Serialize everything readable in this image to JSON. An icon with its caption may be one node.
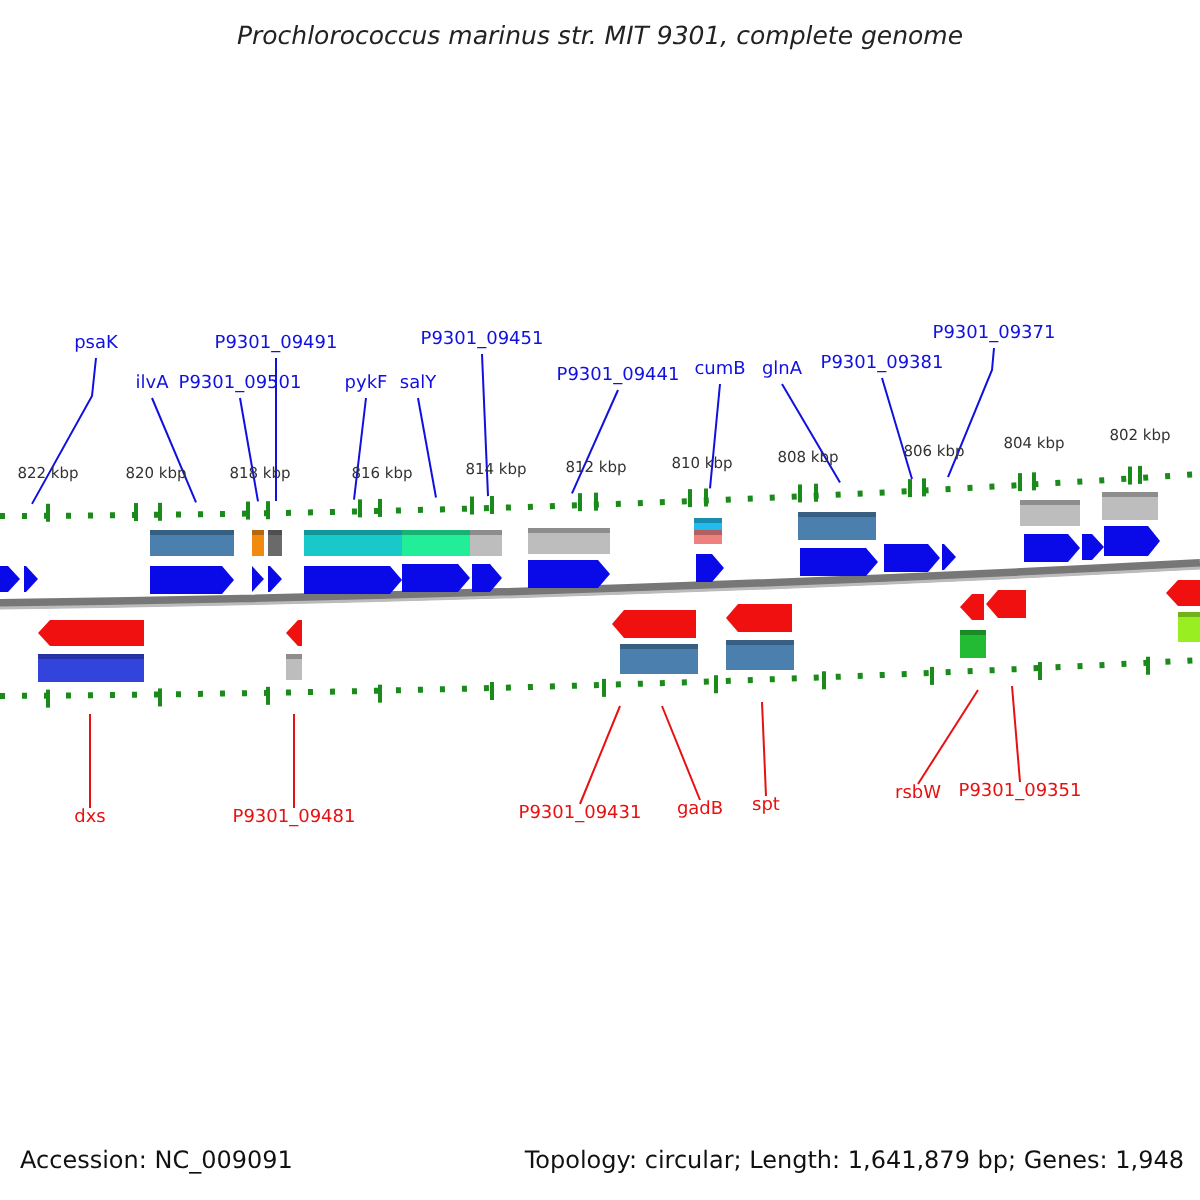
{
  "diagram": {
    "title": "Prochlorococcus marinus str. MIT 9301, complete genome",
    "nodes": [
      {
        "text": [
          "psaK"
        ]
      },
      {
        "text": [
          "ilvA"
        ]
      },
      {
        "text": [
          "P9301_09501"
        ]
      },
      {
        "text": [
          "P9301_09491"
        ]
      },
      {
        "text": [
          "pykF"
        ]
      },
      {
        "text": [
          "salY"
        ]
      },
      {
        "text": [
          "P9301_09451"
        ]
      },
      {
        "text": [
          "P9301_09441"
        ]
      },
      {
        "text": [
          "cumB"
        ]
      },
      {
        "text": [
          "glnA"
        ]
      },
      {
        "text": [
          "P9301_09381"
        ]
      },
      {
        "text": [
          "P9301_09371"
        ]
      },
      {
        "text": [
          "dxs"
        ]
      },
      {
        "text": [
          "P9301_09481"
        ]
      },
      {
        "text": [
          "P9301_09431"
        ]
      },
      {
        "text": [
          "gadB"
        ]
      },
      {
        "text": [
          "spt"
        ]
      },
      {
        "text": [
          "rsbW"
        ]
      },
      {
        "text": [
          "P9301_09351"
        ]
      }
    ],
    "edges": [
      {
        "from": 0,
        "to": null,
        "arrow": "none"
      },
      {
        "from": 1,
        "to": null,
        "arrow": "none"
      },
      {
        "from": 2,
        "to": null,
        "arrow": "none"
      },
      {
        "from": 3,
        "to": null,
        "arrow": "none"
      },
      {
        "from": 4,
        "to": null,
        "arrow": "none"
      },
      {
        "from": 5,
        "to": null,
        "arrow": "none"
      },
      {
        "from": 6,
        "to": null,
        "arrow": "none"
      },
      {
        "from": 7,
        "to": null,
        "arrow": "none"
      },
      {
        "from": 8,
        "to": null,
        "arrow": "none"
      },
      {
        "from": 9,
        "to": null,
        "arrow": "none"
      },
      {
        "from": 10,
        "to": null,
        "arrow": "none"
      },
      {
        "from": 11,
        "to": null,
        "arrow": "none"
      },
      {
        "from": 12,
        "to": null,
        "arrow": "none",
        "color": "#e81010"
      },
      {
        "from": 13,
        "to": null,
        "arrow": "none",
        "color": "#e81010"
      },
      {
        "from": 14,
        "to": null,
        "arrow": "none",
        "color": "#e81010"
      },
      {
        "from": 15,
        "to": null,
        "arrow": "none",
        "color": "#e81010"
      },
      {
        "from": 16,
        "to": null,
        "arrow": "none",
        "color": "#e81010"
      },
      {
        "from": 17,
        "to": null,
        "arrow": "none",
        "color": "#e81010"
      },
      {
        "from": 18,
        "to": null,
        "arrow": "none",
        "color": "#e81010"
      }
    ],
    "labels": [
      "822 kbp",
      "820 kbp",
      "818 kbp",
      "816 kbp",
      "814 kbp",
      "812 kbp",
      "810 kbp",
      "808 kbp",
      "806 kbp",
      "804 kbp",
      "802 kbp",
      "Accession: NC_009091",
      "Topology: circular; Length: 1,641,879 bp; Genes: 1,948"
    ]
  }
}
